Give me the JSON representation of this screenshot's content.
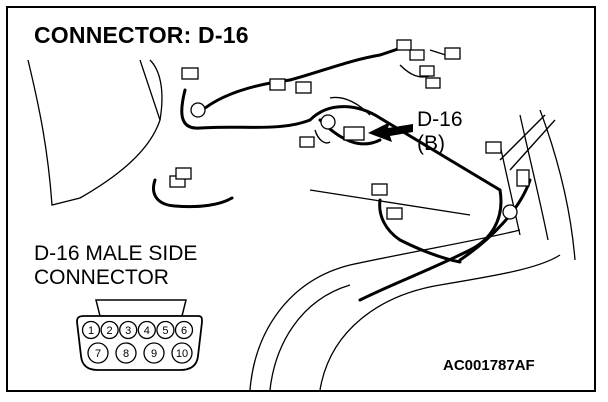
{
  "title": "CONNECTOR: D-16",
  "callout": {
    "line1": "D-16",
    "line2": "(B)"
  },
  "side_label": {
    "line1": "D-16 MALE SIDE",
    "line2": "CONNECTOR"
  },
  "drawing_code": "AC001787AF",
  "connector_pins": {
    "top_row": [
      "1",
      "2",
      "3",
      "4",
      "5",
      "6"
    ],
    "bottom_row": [
      "7",
      "8",
      "9",
      "10"
    ]
  }
}
